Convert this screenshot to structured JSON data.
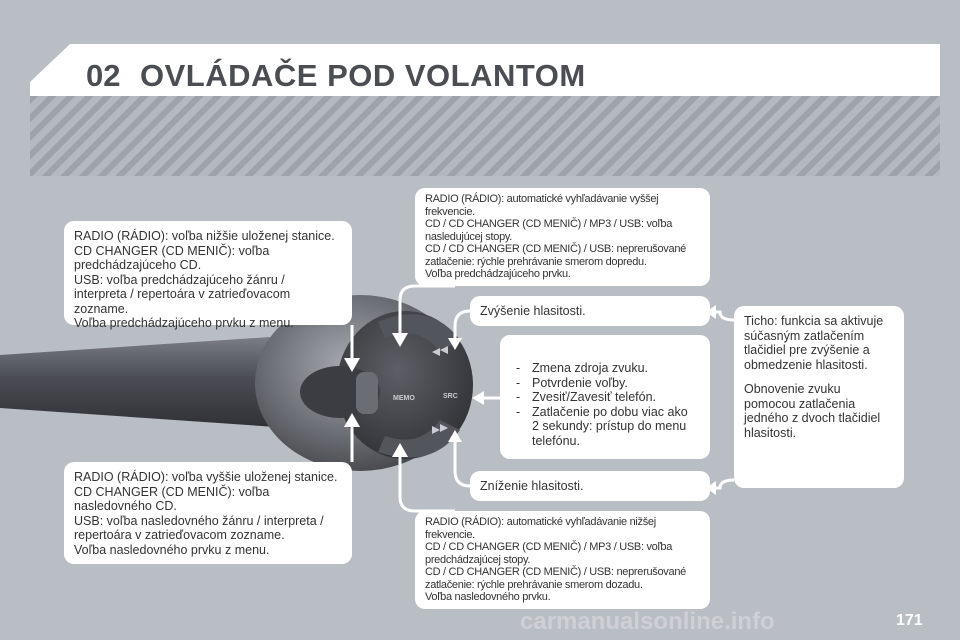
{
  "header": {
    "chapter": "02",
    "title": "OVLÁDAČE POD VOLANTOM"
  },
  "callouts": {
    "radio_prev": [
      "RADIO (RÁDIO): voľba nižšie uloženej stanice.",
      "CD CHANGER (CD MENIČ): voľba",
      "predchádzajúceho CD.",
      "USB: voľba predchádzajúceho žánru /",
      "interpreta / repertoára v zatrieďovacom",
      "zozname.",
      "Voľba predchádzajúceho prvku z menu."
    ],
    "radio_next": [
      "RADIO (RÁDIO): voľba vyššie uloženej stanice.",
      "CD CHANGER (CD MENIČ): voľba",
      "nasledovného CD.",
      "USB: voľba nasledovného žánru / interpreta /",
      "repertoára v zatrieďovacom zozname.",
      "Voľba nasledovného prvku z menu."
    ],
    "seek_up": [
      "RADIO (RÁDIO): automatické vyhľadávanie vyššej",
      "frekvencie.",
      "CD / CD CHANGER (CD MENIČ) / MP3 / USB: voľba",
      "nasledujúcej stopy.",
      "CD / CD CHANGER (CD MENIČ) / USB: neprerušované",
      "zatlačenie: rýchle prehrávanie smerom dopredu.",
      "Voľba predchádzajúceho prvku."
    ],
    "volume_up": "Zvýšenie hlasitosti.",
    "src_items": [
      "Zmena zdroja zvuku.",
      "Potvrdenie voľby.",
      "Zvesiť/Zavesiť telefón.",
      "Zatlačenie po dobu viac ako",
      "2 sekundy: prístup do menu",
      "telefónu."
    ],
    "volume_down": "Zníženie hlasitosti.",
    "seek_down": [
      "RADIO (RÁDIO): automatické vyhľadávanie nižšej",
      "frekvencie.",
      "CD / CD CHANGER (CD MENIČ) / MP3 / USB: voľba",
      "predchádzajúcej stopy.",
      "CD / CD CHANGER (CD MENIČ) / USB: neprerušované",
      "zatlačenie: rýchle prehrávanie smerom dozadu.",
      "Voľba nasledovného prvku."
    ],
    "mute": [
      "Ticho: funkcia sa aktivuje",
      "súčasným zatlačením",
      "tlačidiel pre zvýšenie a",
      "obmedzenie hlasitosti."
    ],
    "unmute": [
      "Obnovenie zvuku",
      "pomocou zatlačenia",
      "jedného z dvoch tlačidiel",
      "hlasitosti."
    ]
  },
  "stalk_labels": {
    "memo": "MEMO",
    "src": "SRC"
  },
  "page_number": "171",
  "watermark": "carmanualsonline.info",
  "colors": {
    "background": "#b9bdc4",
    "title_text": "#4a4d52",
    "arrow": "#ffffff"
  }
}
